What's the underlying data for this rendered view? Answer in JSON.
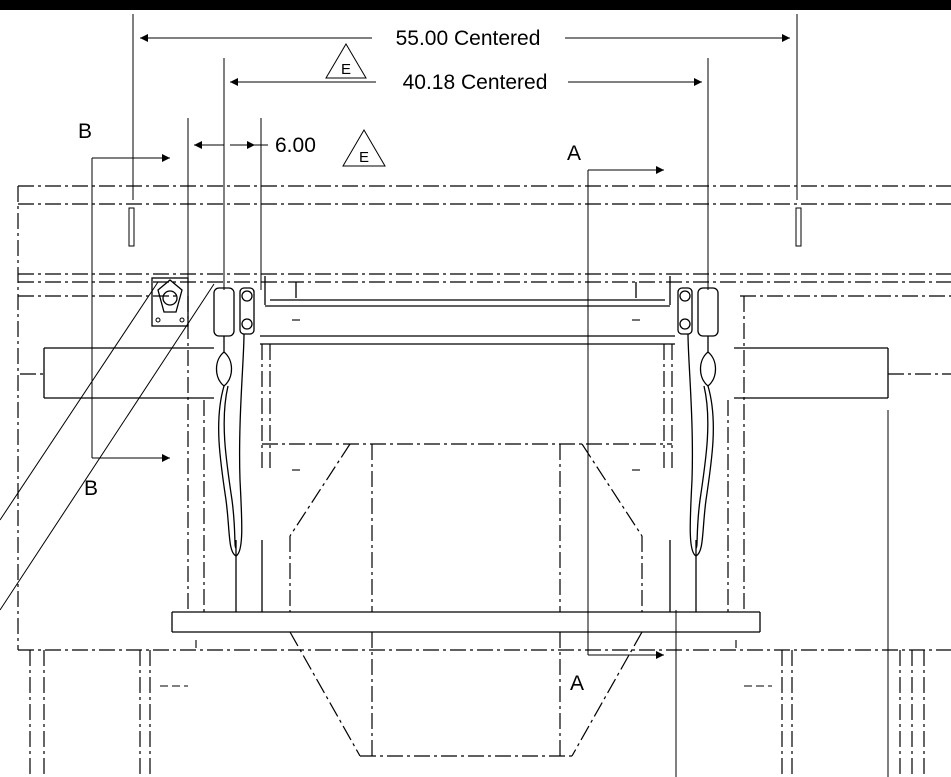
{
  "dimensions": {
    "overall_width": "55.00 Centered",
    "inner_width": "40.18 Centered",
    "offset": "6.00"
  },
  "revision_marker": "E",
  "section_labels": {
    "a_top": "A",
    "a_bottom": "A",
    "b_top": "B",
    "b_bottom": "B"
  }
}
